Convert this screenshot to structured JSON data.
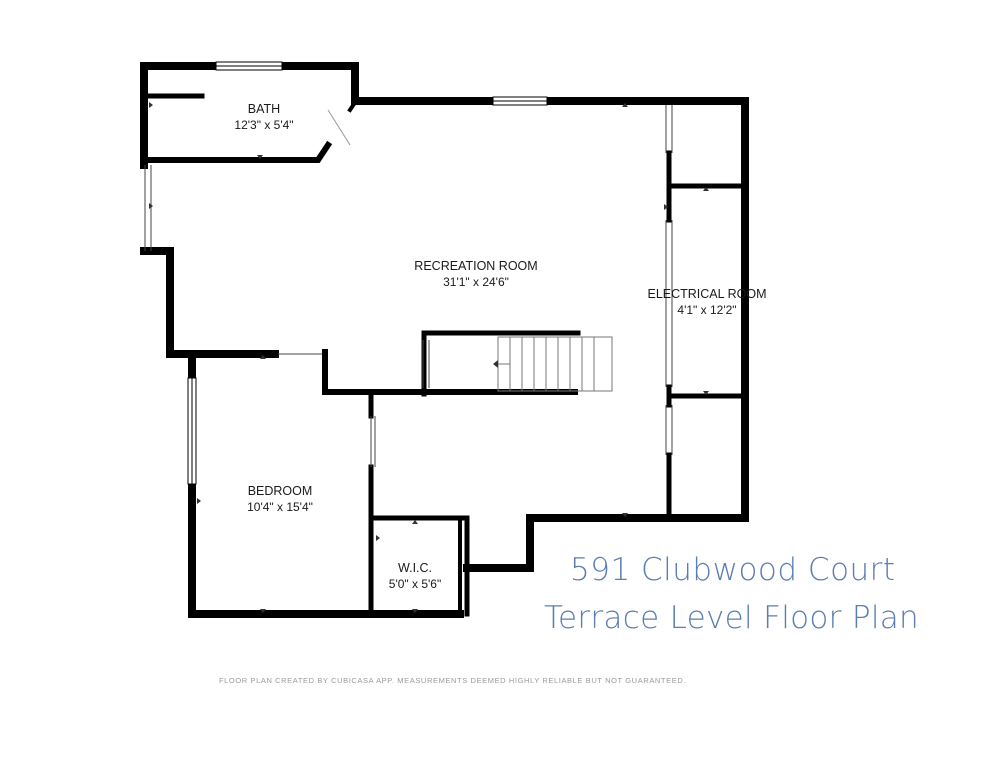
{
  "rooms": {
    "bath": {
      "name": "BATH",
      "dims": "12'3\" x 5'4\""
    },
    "recreation": {
      "name": "RECREATION ROOM",
      "dims": "31'1\" x 24'6\""
    },
    "electrical": {
      "name": "ELECTRICAL ROOM",
      "dims": "4'1\" x 12'2\""
    },
    "bedroom": {
      "name": "BEDROOM",
      "dims": "10'4\" x 15'4\""
    },
    "wic": {
      "name": "W.I.C.",
      "dims": "5'0\" x 5'6\""
    }
  },
  "title": {
    "line1": "591 Clubwood Court",
    "line2": "Terrace Level Floor Plan"
  },
  "disclaimer": "FLOOR PLAN CREATED BY CUBICASA APP. MEASUREMENTS DEEMED HIGHLY RELIABLE BUT NOT GUARANTEED.",
  "colors": {
    "wall": "#000000",
    "title": "#5b7db3",
    "disclaimer": "#9a9a9a"
  }
}
